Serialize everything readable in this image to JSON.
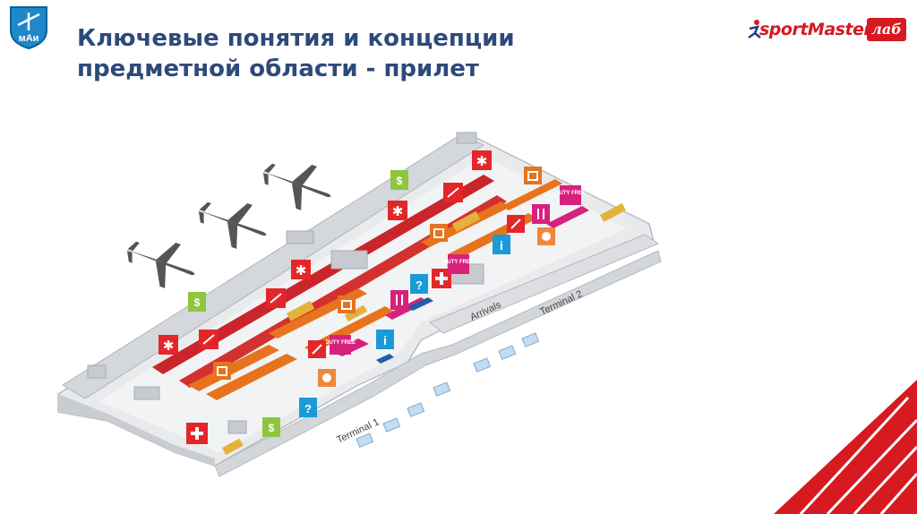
{
  "header": {
    "title_line1": "Ключевые понятия и концепции",
    "title_line2": "предметной области - прилет",
    "logo_text": "мАи",
    "brand_name": "sportMaster",
    "brand_lab": "лаб"
  },
  "map": {
    "terminal1": "Terminal 1",
    "terminal2": "Terminal 2",
    "arrivals": "Arrivals",
    "duty_free": "DUTY FREE"
  },
  "colors": {
    "title": "#2d4a7a",
    "brand_red": "#d71920",
    "plane": "#555555",
    "baggage": "#e8731e",
    "first_aid": "#e3262a",
    "exchange": "#8dc63f",
    "info": "#1a9bd7",
    "duty_free": "#d6227d"
  }
}
